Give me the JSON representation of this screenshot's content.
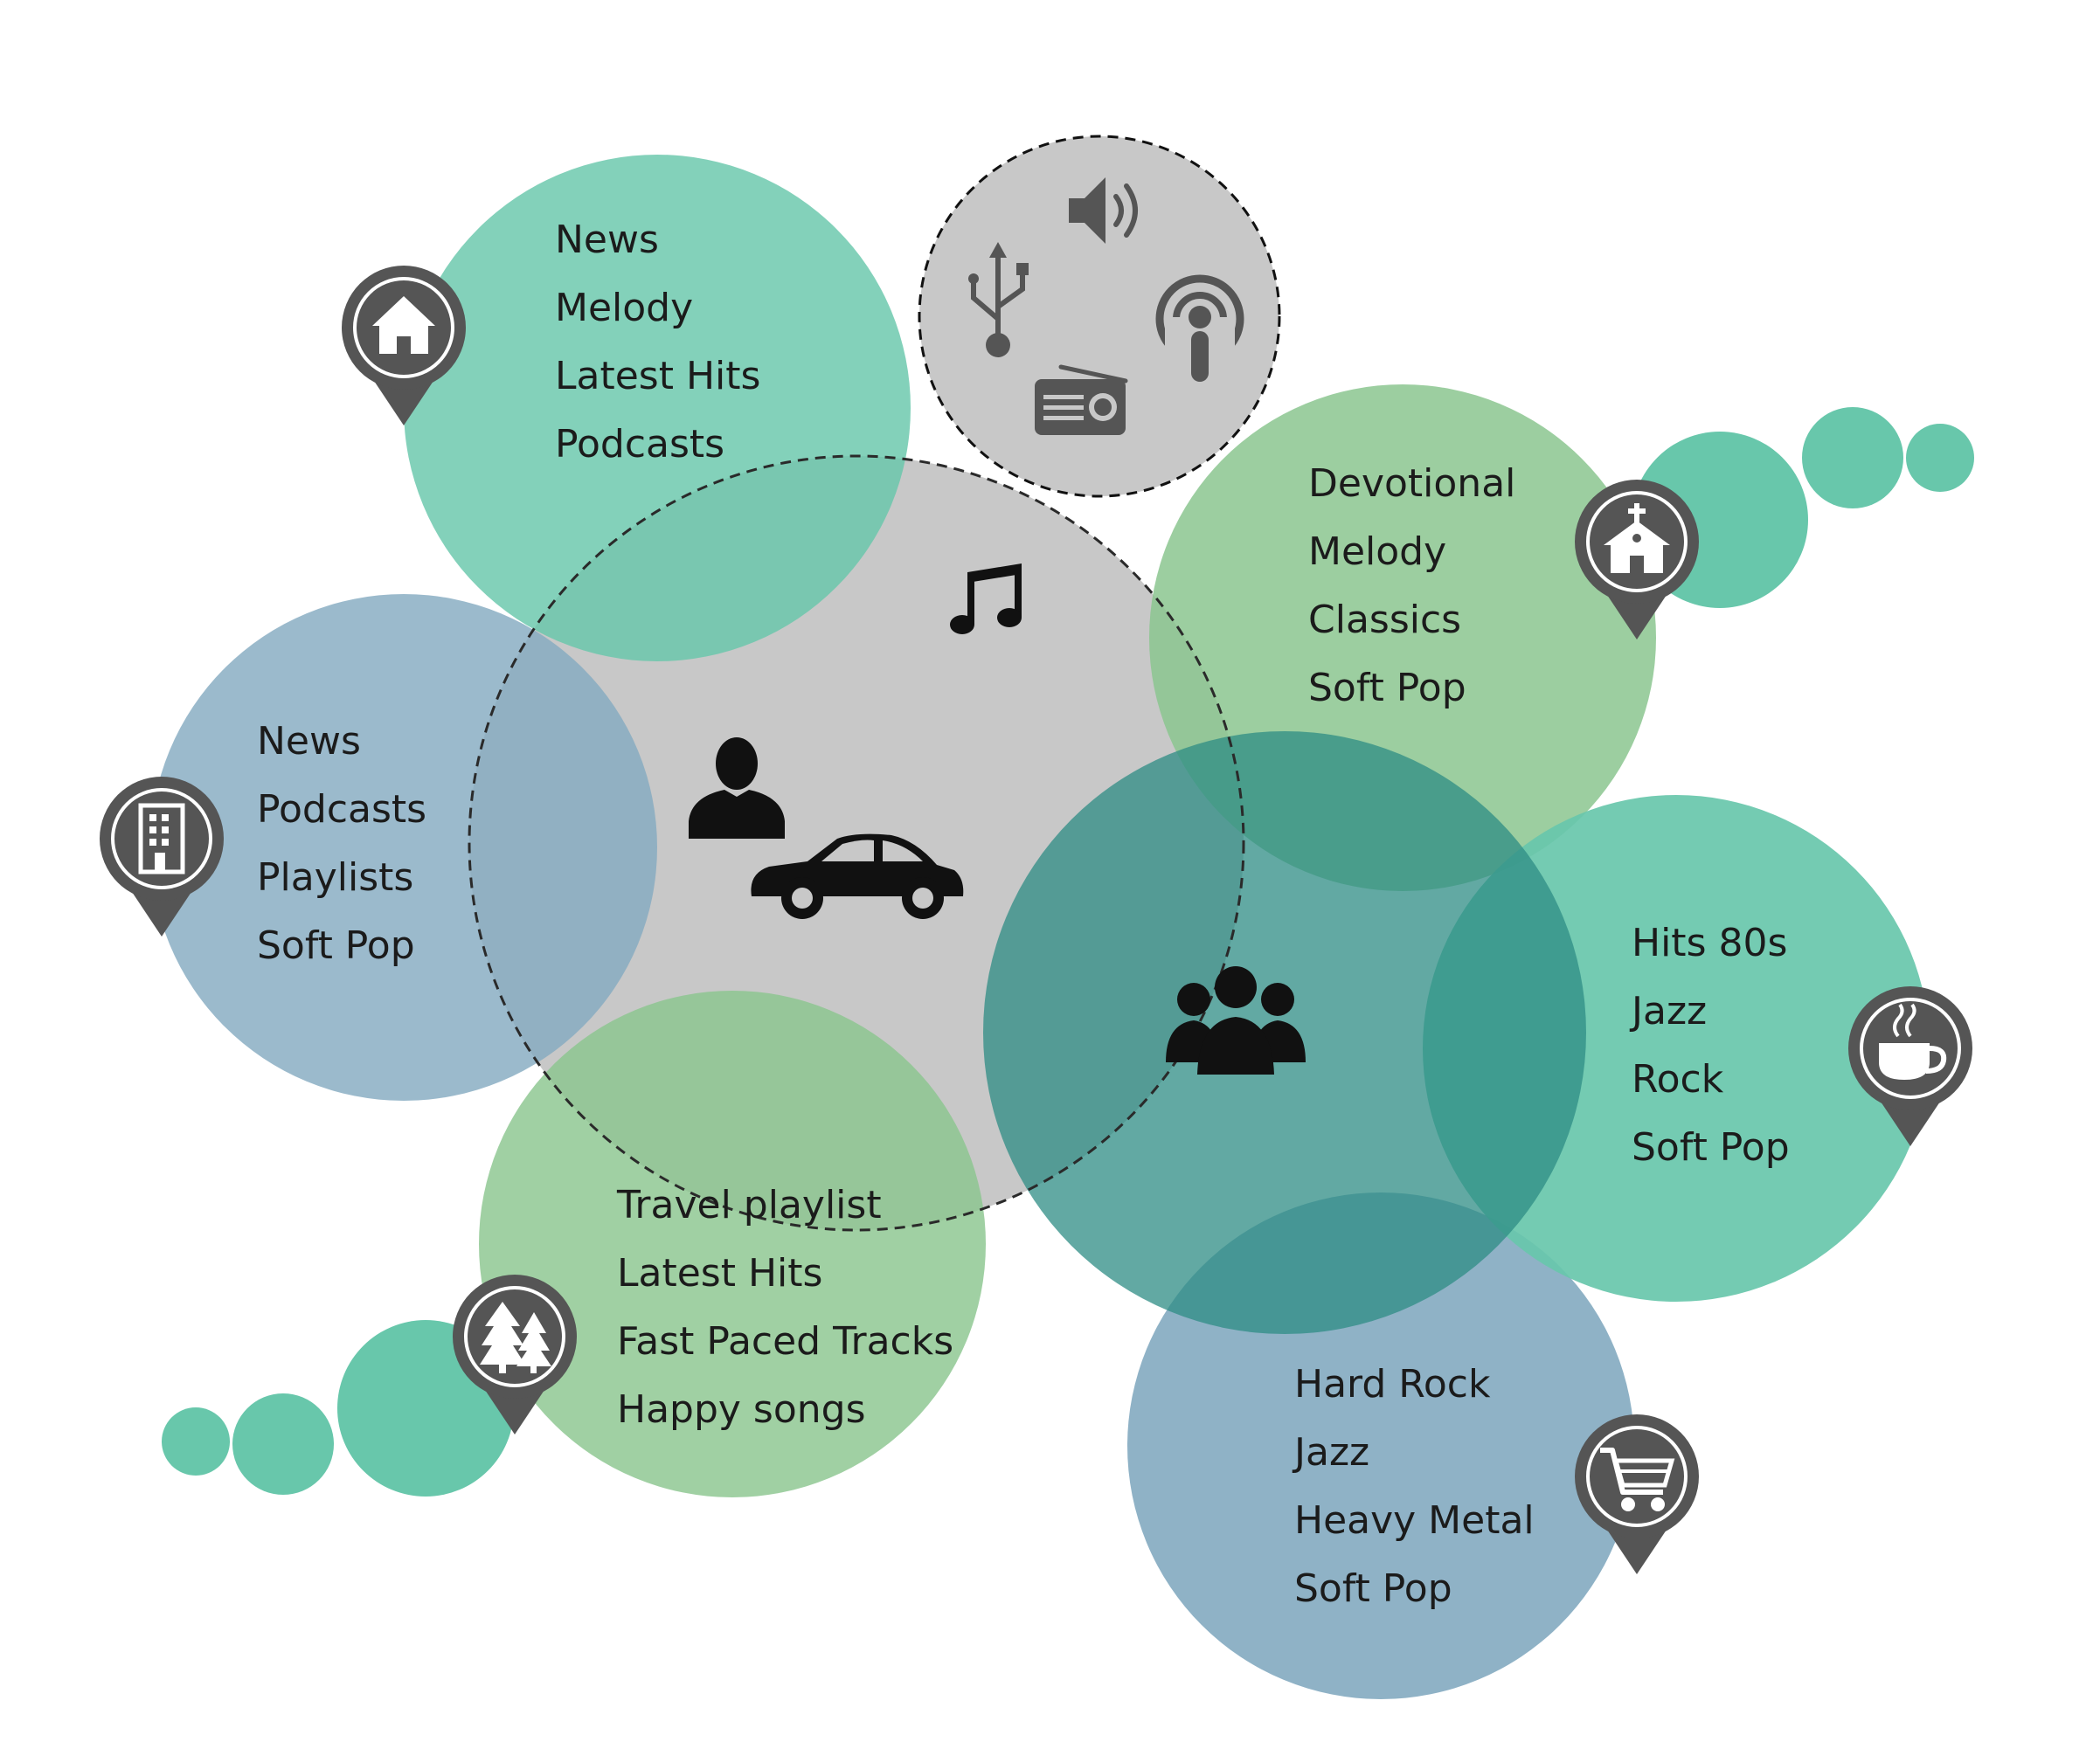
{
  "colors": {
    "teal": "#68c7ab",
    "green": "#8bc68f",
    "blue": "#85abc1",
    "dark_teal": "#3c948c",
    "center_gray": "#c8c8c8",
    "media_gray": "#c8c8c8",
    "pin": "#555555",
    "icon_dark": "#111111"
  },
  "hub": {
    "icons": [
      "music-note-icon",
      "person-icon",
      "car-icon",
      "group-icon"
    ]
  },
  "media_sources": {
    "icons": [
      "speaker-icon",
      "usb-icon",
      "podcast-icon",
      "radio-icon"
    ]
  },
  "contexts": [
    {
      "id": "home",
      "pin_icon": "home-icon",
      "items": [
        "News",
        "Melody",
        "Latest Hits",
        "Podcasts"
      ]
    },
    {
      "id": "office",
      "pin_icon": "office-building-icon",
      "items": [
        "News",
        "Podcasts",
        "Playlists",
        "Soft Pop"
      ]
    },
    {
      "id": "church",
      "pin_icon": "church-icon",
      "items": [
        "Devotional",
        "Melody",
        "Classics",
        "Soft Pop"
      ]
    },
    {
      "id": "cafe",
      "pin_icon": "coffee-cup-icon",
      "items": [
        "Hits 80s",
        "Jazz",
        "Rock",
        "Soft Pop"
      ]
    },
    {
      "id": "travel",
      "pin_icon": "trees-icon",
      "items": [
        "Travel playlist",
        "Latest Hits",
        "Fast Paced Tracks",
        "Happy songs"
      ]
    },
    {
      "id": "shopping",
      "pin_icon": "shopping-cart-icon",
      "items": [
        "Hard Rock",
        "Jazz",
        "Heavy Metal",
        "Soft Pop"
      ]
    }
  ]
}
